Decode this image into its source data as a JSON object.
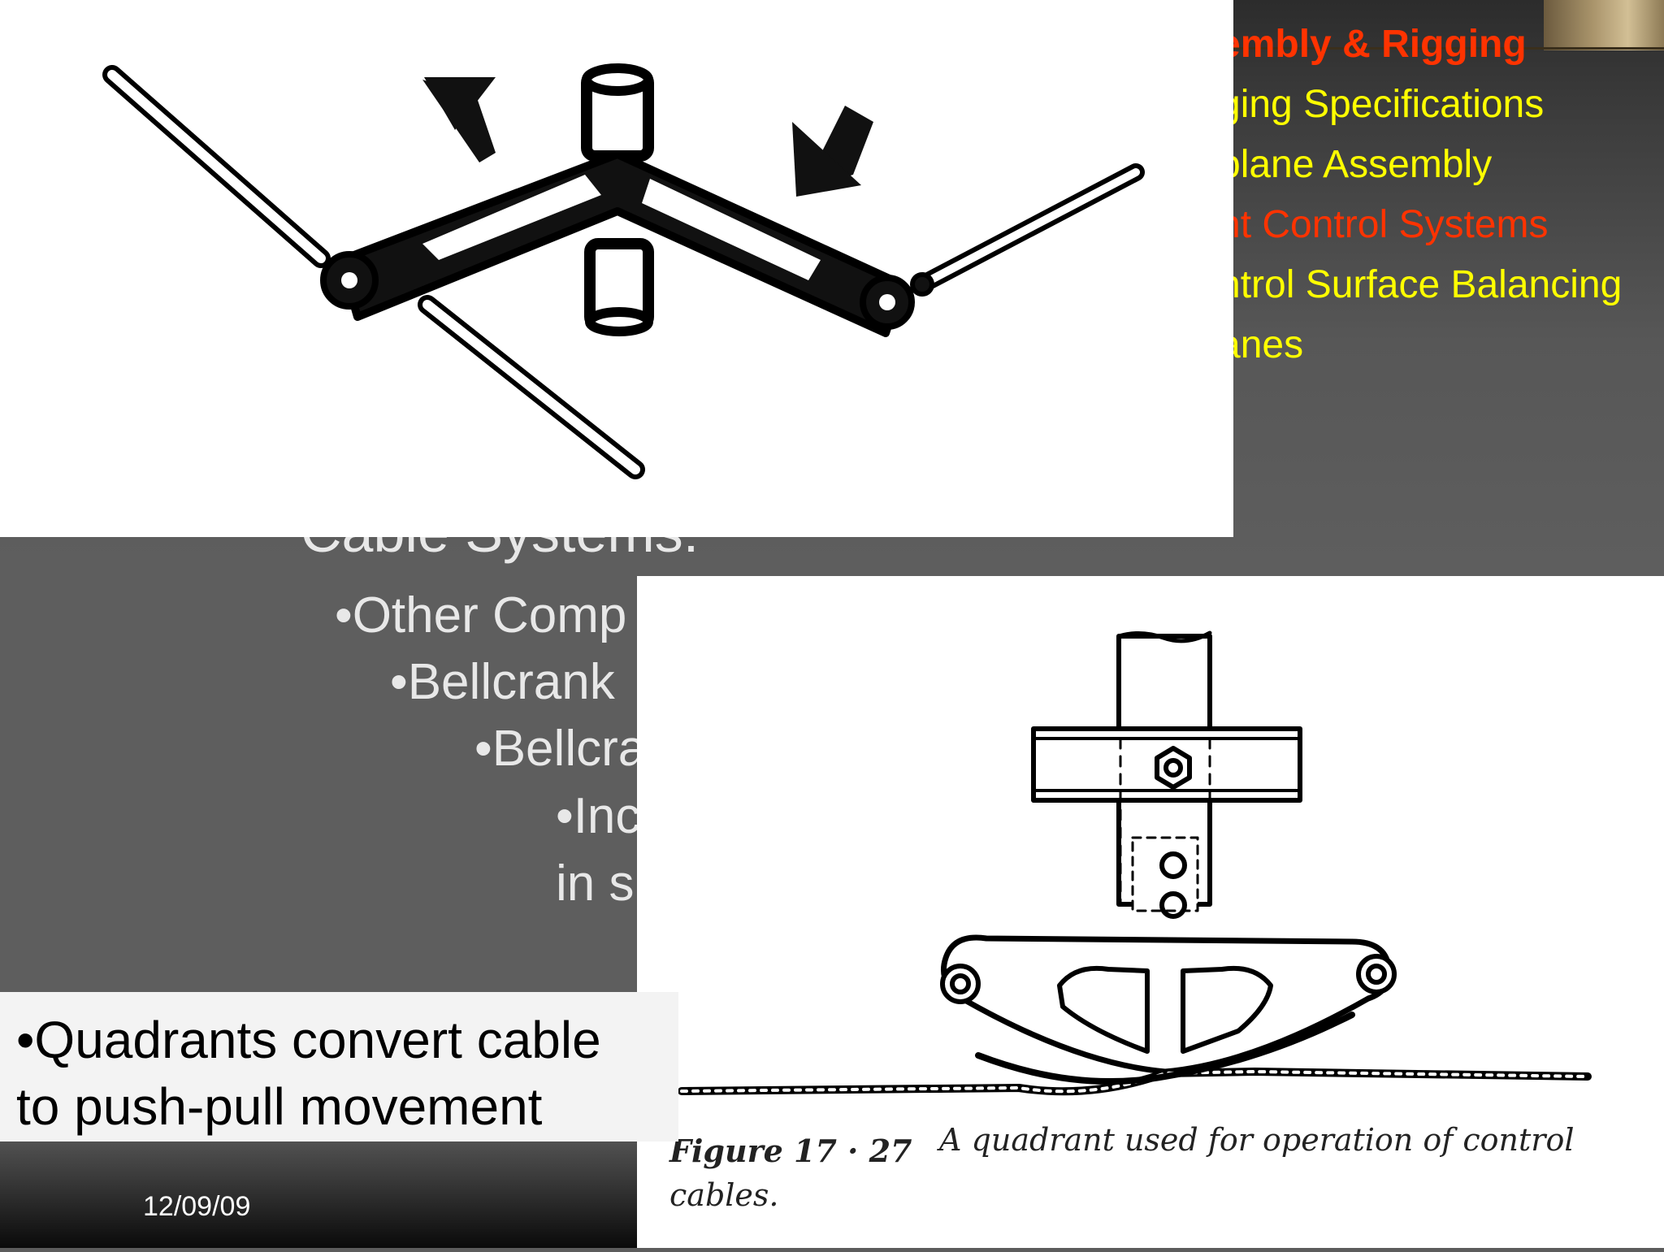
{
  "header_menu": {
    "items": [
      {
        "label": "Aircraft Assembly & Rigging"
      },
      {
        "label": "Rigging Specifications"
      },
      {
        "label": "Airplane Assembly"
      },
      {
        "label": "Flight Control Systems"
      },
      {
        "label": "Control Surface Balancing"
      },
      {
        "label": "Helicopter Planes"
      }
    ],
    "visible": [
      "embly & Rigging",
      "ging Specifications",
      "plane Assembly",
      "ht Control Systems",
      "ntrol Surface Balancing",
      "anes"
    ]
  },
  "slide_body": {
    "heading_fragment": "Cable Systems:",
    "bullets": [
      "•Other Comp",
      "•Bellcrank",
      "•Bellcra",
      "•Inc",
      "in s"
    ]
  },
  "figure_caption": {
    "number": "Figure 17 · 27",
    "text": "A quadrant used for operation of control",
    "text2": "cables."
  },
  "callout": {
    "text": "•Quadrants convert cable\nto push-pull movement"
  },
  "footer": {
    "date": "12/09/09"
  },
  "colors": {
    "menu_active": "#ff3300",
    "menu_item": "#ffff00",
    "slide_text": "#e8e8e8"
  }
}
